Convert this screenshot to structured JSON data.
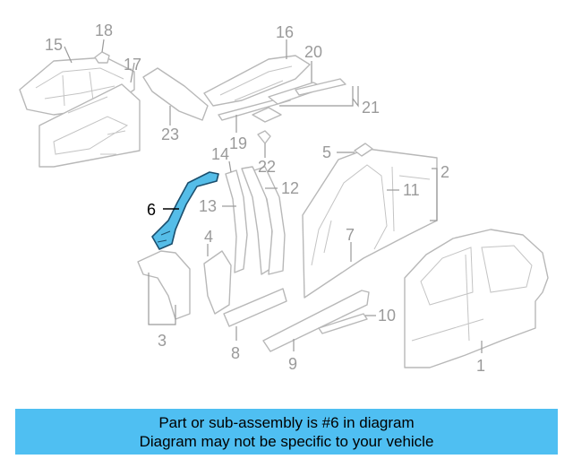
{
  "diagram": {
    "highlighted_part": "6",
    "callouts": {
      "c1": "1",
      "c2": "2",
      "c3": "3",
      "c4": "4",
      "c5": "5",
      "c6": "6",
      "c7": "7",
      "c8": "8",
      "c9": "9",
      "c10": "10",
      "c11": "11",
      "c12": "12",
      "c13": "13",
      "c14": "14",
      "c15": "15",
      "c16": "16",
      "c17": "17",
      "c18": "18",
      "c19": "19",
      "c20": "20",
      "c21": "21",
      "c22": "22",
      "c23": "23"
    },
    "colors": {
      "highlight": "#55bde8",
      "line": "#b8b8b8",
      "label": "#9a9a9a"
    }
  },
  "banner": {
    "line1": "Part or sub-assembly is #6 in diagram",
    "line2": "Diagram may not be specific to your vehicle",
    "background": "#4fbff2"
  }
}
